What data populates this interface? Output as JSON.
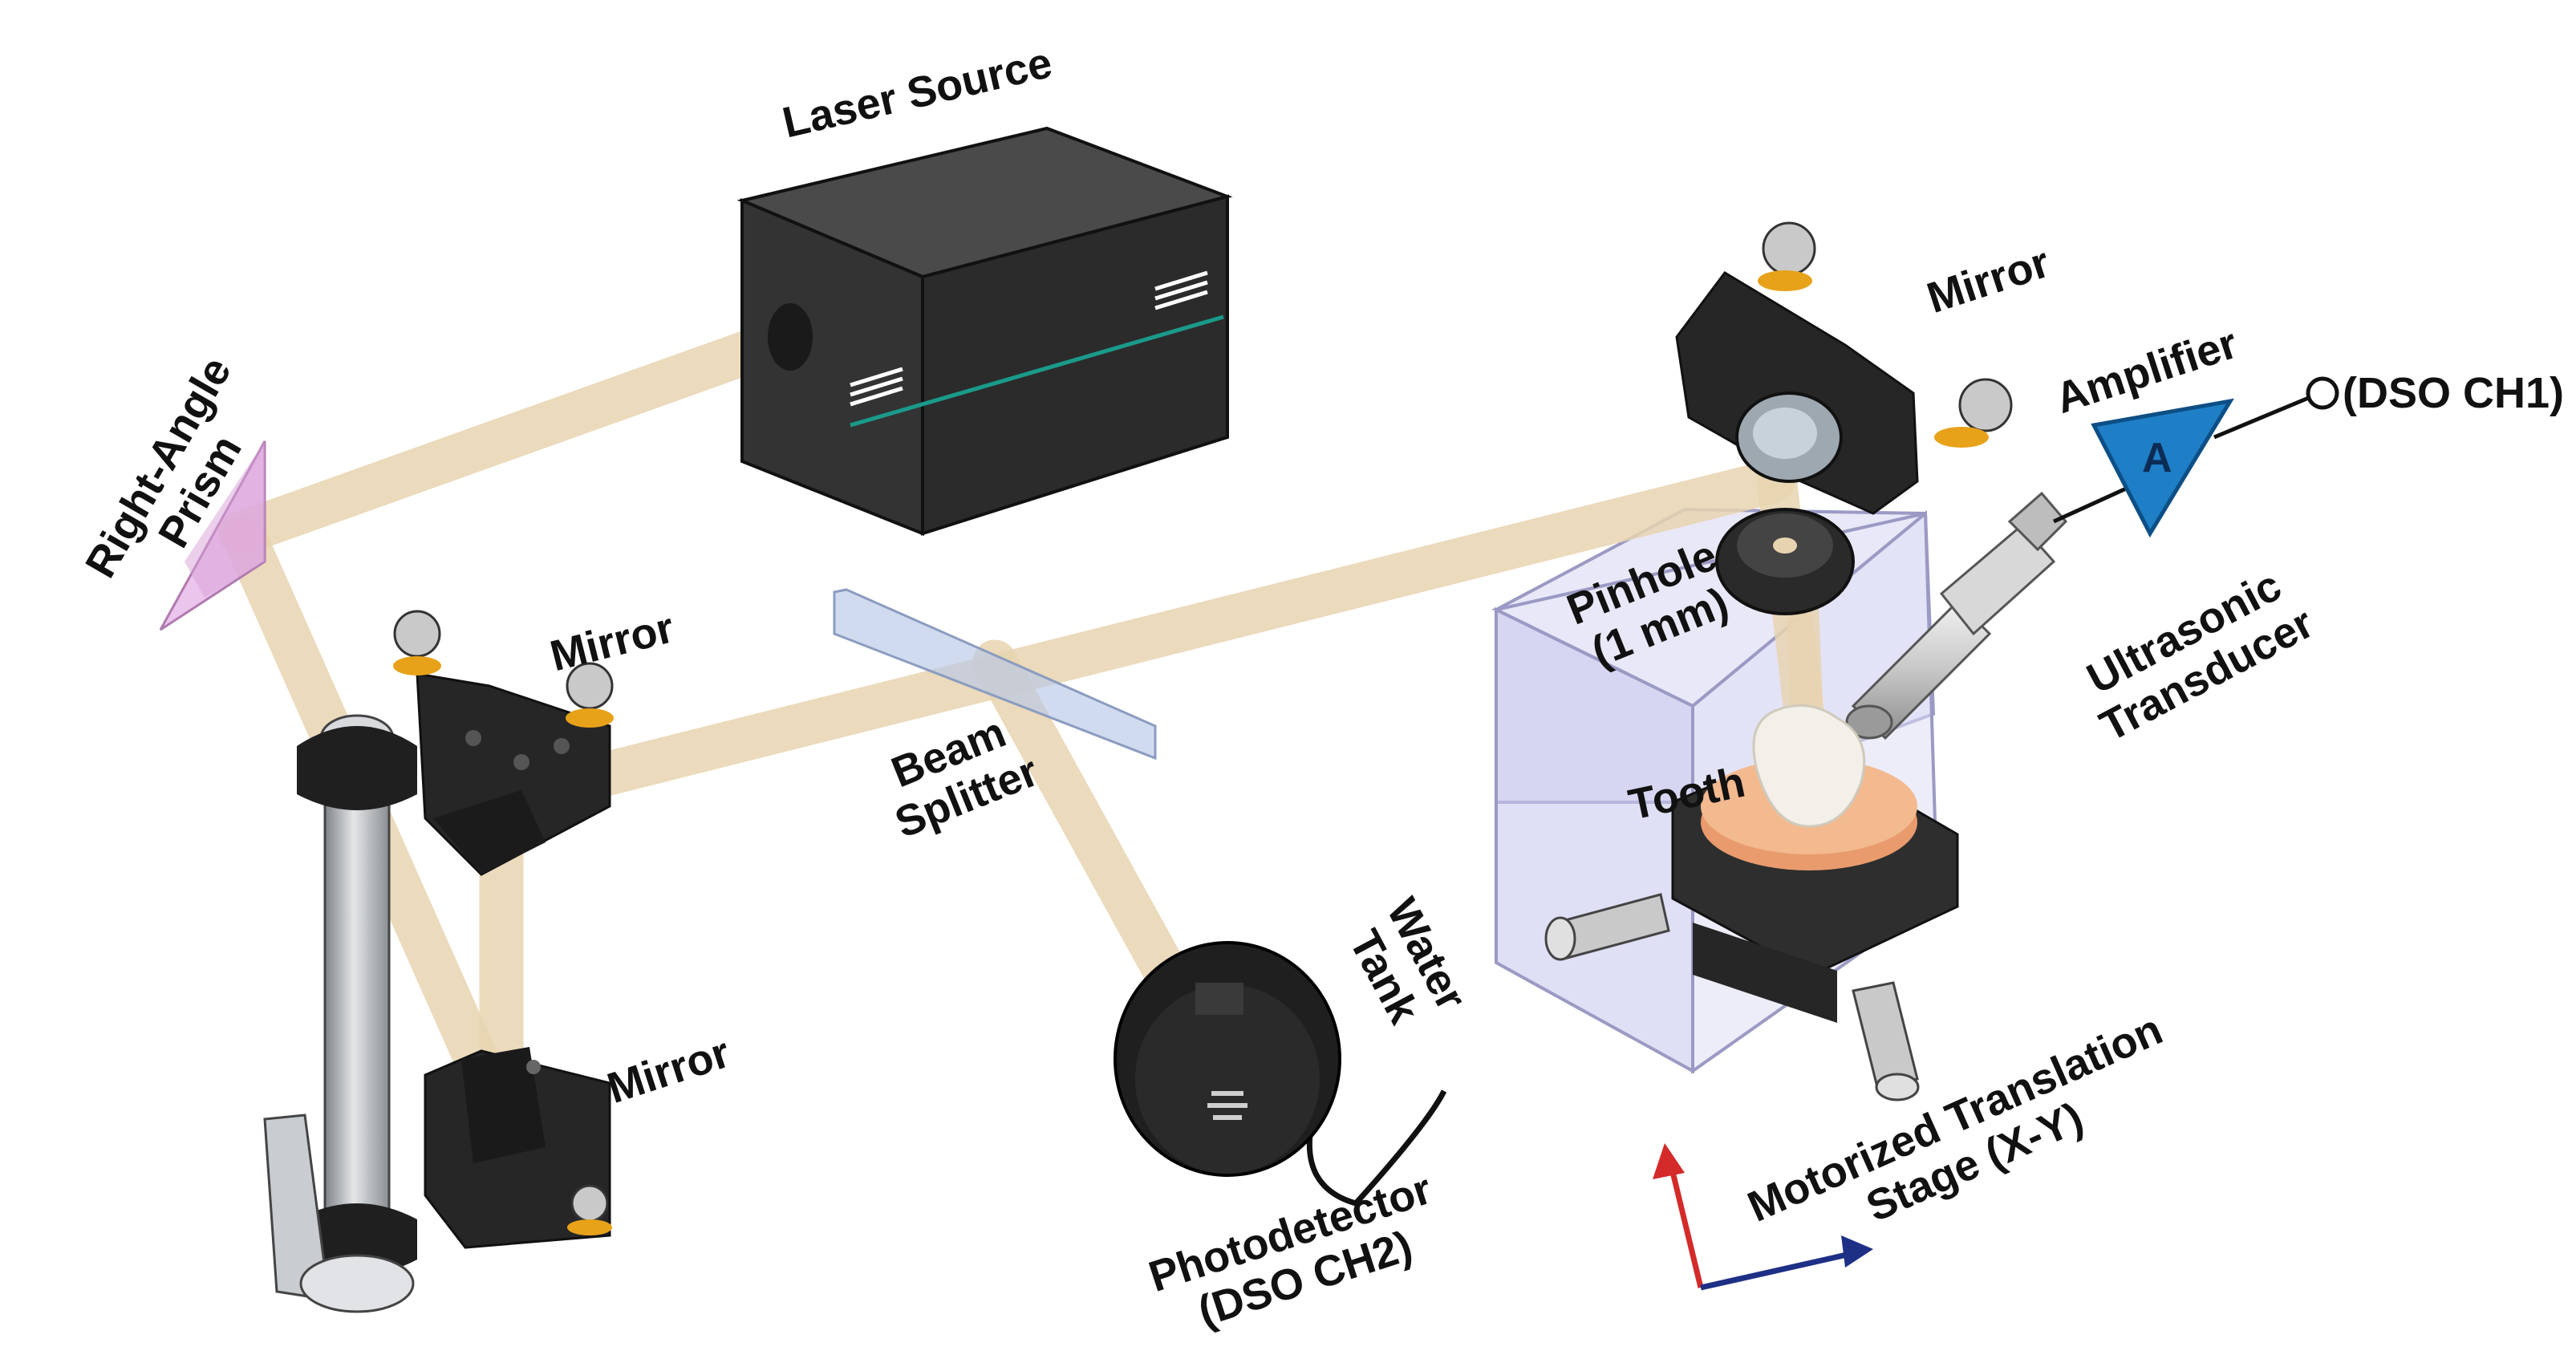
{
  "labels": {
    "laser_source": "Laser Source",
    "prism_line1": "Right-Angle",
    "prism_line2": "Prism",
    "mirror_top_left": "Mirror",
    "mirror_bottom_left": "Mirror",
    "mirror_right": "Mirror",
    "beam_splitter_line1": "Beam",
    "beam_splitter_line2": "Splitter",
    "photodetector_line1": "Photodetector",
    "photodetector_line2": "(DSO CH2)",
    "pinhole_line1": "Pinhole",
    "pinhole_line2": "(1 mm)",
    "amplifier": "Amplifier",
    "amplifier_symbol": "A",
    "dso_ch1": "(DSO CH1)",
    "transducer_line1": "Ultrasonic",
    "transducer_line2": "Transducer",
    "tooth": "Tooth",
    "water_tank_line1": "Water",
    "water_tank_line2": "Tank",
    "stage_line1": "Motorized Translation",
    "stage_line2": "Stage (X-Y)"
  },
  "colors": {
    "beam": "#e7d3b0",
    "prism": "#e6b2e6",
    "laser_body": "#2b2b2b",
    "laser_stripe": "#1a9a8a",
    "amplifier_fill": "#1e7fc7",
    "water_tank": "#c9c9ee",
    "tooth_base": "#f3b98f",
    "knob_ring": "#e8a21a",
    "axis_red": "#d42a2a",
    "axis_blue": "#1e2f86"
  }
}
